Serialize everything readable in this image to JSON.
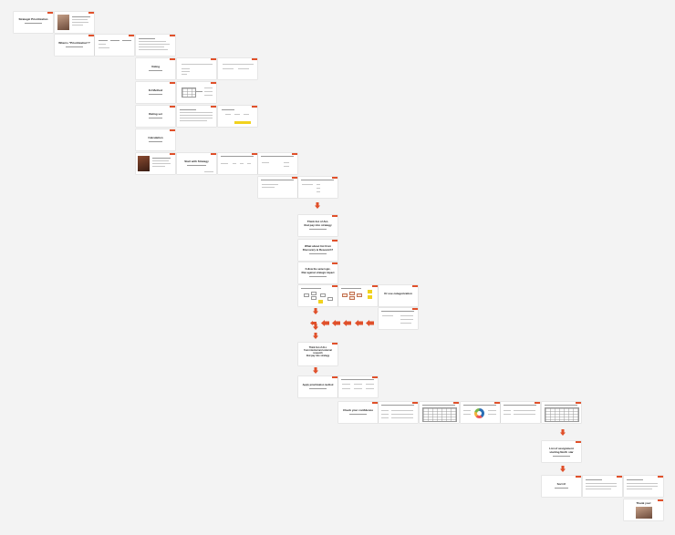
{
  "board": {
    "accent": "#e0502a",
    "background": "#f3f3f3",
    "highlight": "#f1d21e"
  },
  "slides": {
    "title": "Strategic Prioritization",
    "what_is": "What is \"Prioritization\"?",
    "voting": "Voting",
    "kj_method": "KJ Method",
    "rating": "Rating set",
    "calculation": "Calculation",
    "start": "Start with Strategy",
    "think_all": "Think list of ALL\nthat pay into strategy",
    "what_about": "What about list from\nDiscovery & Research?",
    "follow": "Follow the same logic,\nfilter against strategic impact",
    "or_use": "Or use categorization",
    "think_list": "Think list of ALL\nfrom internal and external\nresearch\nthat pay into strategy",
    "apply": "Apply prioritization method",
    "check": "Check your confidence",
    "list_assignment": "List of assignment\nstarting North star",
    "sort_it": "Sort it!",
    "thank_you": "Thank you!"
  }
}
